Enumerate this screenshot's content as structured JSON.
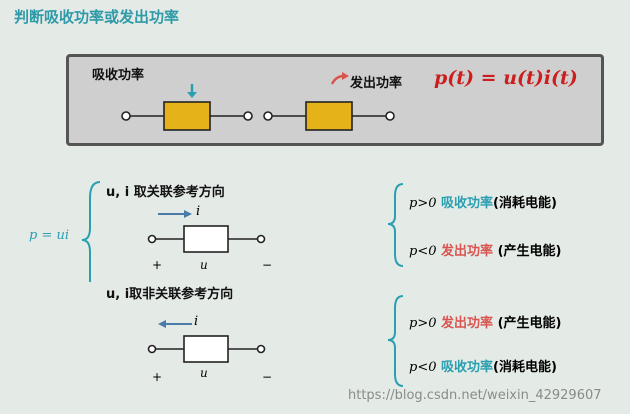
{
  "title": "判断吸收功率或发出功率",
  "top": {
    "absorb_label": "吸收功率",
    "emit_label": "发出功率",
    "formula": "p(t) = u(t)i(t)"
  },
  "left": {
    "p_eq": "p = ui",
    "assoc_label": "u, i 取关联参考方向",
    "nonassoc_label": "u, i取非关联参考方向",
    "current_symbol": "i",
    "voltage_symbol": "u",
    "plus": "+",
    "minus": "−"
  },
  "right": {
    "group1": [
      {
        "cond": "p>0",
        "power": "吸收功率",
        "note": "(消耗电能)",
        "color": "#2a9fb0"
      },
      {
        "cond": "p<0",
        "power": "发出功率",
        "note": "(产生电能)",
        "color": "#d9534f"
      }
    ],
    "group2": [
      {
        "cond": "p>0",
        "power": "发出功率",
        "note": " (产生电能)",
        "color": "#d9534f"
      },
      {
        "cond": "p<0",
        "power": "吸收功率",
        "note": "(消耗电能)",
        "color": "#2a9fb0"
      }
    ]
  },
  "watermark": "https://blog.csdn.net/weixin_42929607"
}
